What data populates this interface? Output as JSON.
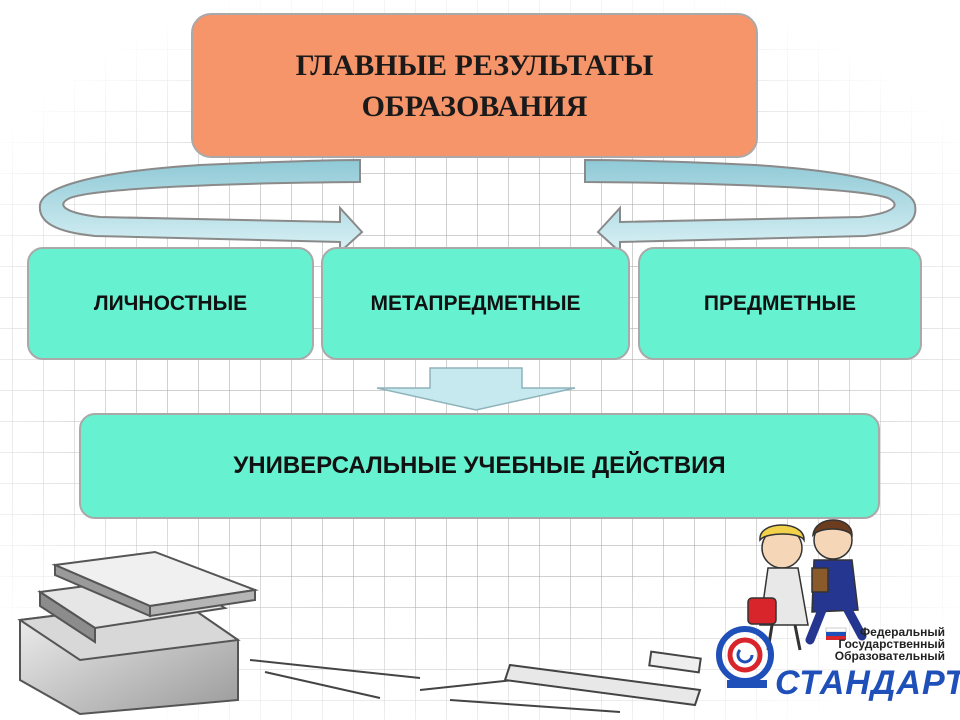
{
  "diagram": {
    "title": "ГЛАВНЫЕ РЕЗУЛЬТАТЫ ОБРАЗОВАНИЯ",
    "categories": [
      {
        "label": "ЛИЧНОСТНЫЕ"
      },
      {
        "label": "МЕТАПРЕДМЕТНЫЕ"
      },
      {
        "label": "ПРЕДМЕТНЫЕ"
      }
    ],
    "result": "УНИВЕРСАЛЬНЫЕ УЧЕБНЫЕ ДЕЙСТВИЯ"
  },
  "logo": {
    "line1": "Федеральный",
    "line2": "Государственный",
    "line3": "Образовательный",
    "word": "СТАНДАРТ"
  },
  "colors": {
    "title_box": "#f6946a",
    "category_box": "#66f2d1",
    "arrow": "#bfe6ee",
    "logo_blue": "#1f4fb8",
    "logo_red": "#d8242b"
  }
}
